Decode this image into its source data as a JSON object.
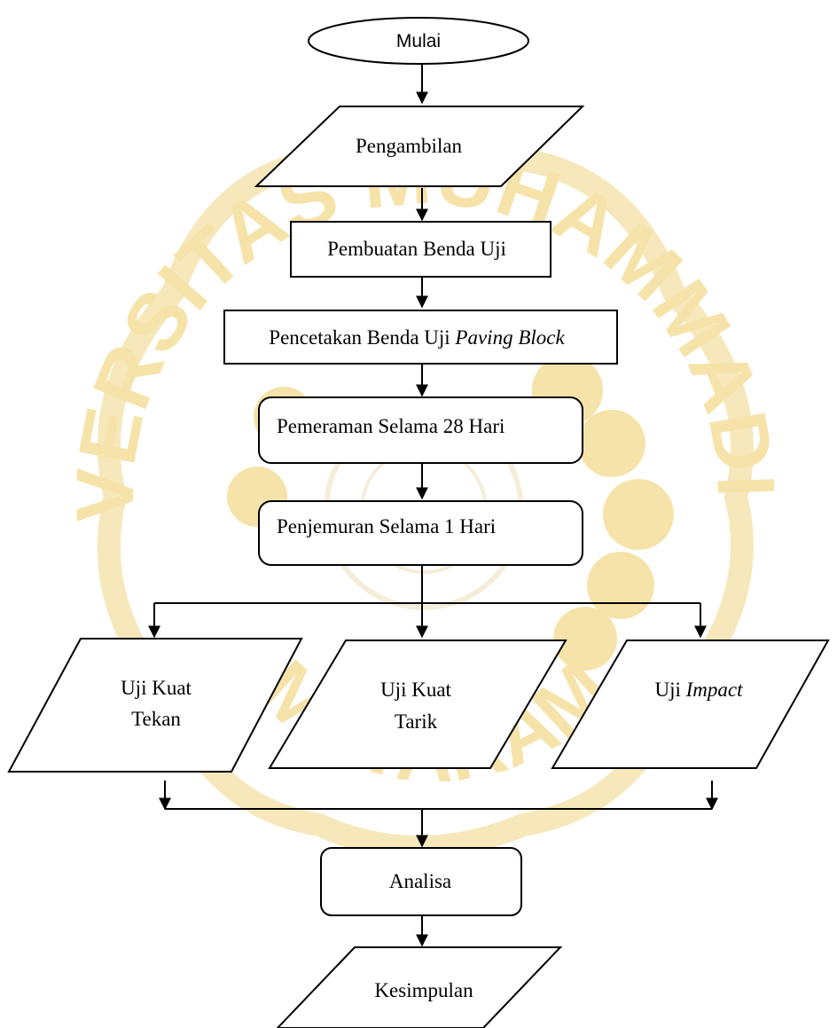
{
  "watermark": {
    "top_text": "UNIVERSITAS MUHAMMADIYAH",
    "bottom_text": "MATARAM",
    "color": "#f6e1a0"
  },
  "flowchart": {
    "start": "Mulai",
    "step1": "Pengambilan",
    "step2": "Pembuatan Benda Uji",
    "step3_plain": "Pencetakan Benda Uji ",
    "step3_italic": "Paving Block",
    "step4": "Pemeraman Selama 28 Hari",
    "step5": "Penjemuran Selama 1 Hari",
    "test1_line1": "Uji Kuat",
    "test1_line2": "Tekan",
    "test2_line1": "Uji Kuat",
    "test2_line2": "Tarik",
    "test3_plain": "Uji ",
    "test3_italic": "Impact",
    "analysis": "Analisa",
    "conclusion": "Kesimpulan"
  },
  "colors": {
    "stroke": "#000000",
    "fill": "#ffffff"
  }
}
